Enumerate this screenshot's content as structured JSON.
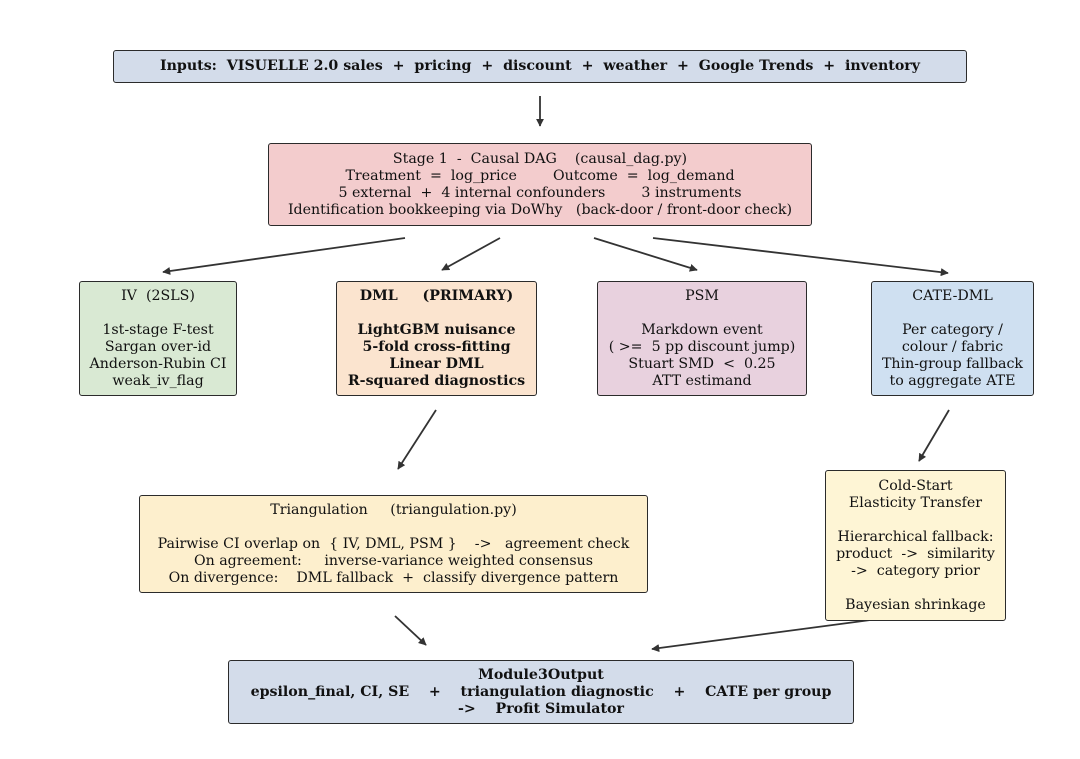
{
  "nodes": {
    "inputs": {
      "lines": [
        "Inputs:  VISUELLE 2.0 sales  +  pricing  +  discount  +  weather  +  Google Trends  +  inventory"
      ],
      "color": "#d3dcea"
    },
    "stage1": {
      "lines": [
        "Stage 1  -  Causal DAG    (causal_dag.py)",
        "Treatment  =  log_price        Outcome  =  log_demand",
        "5 external  +  4 internal confounders        3 instruments",
        "Identification bookkeeping via DoWhy   (back-door / front-door check)"
      ],
      "color": "#f3cccd"
    },
    "iv": {
      "lines": [
        "IV  (2SLS)",
        "",
        "1st-stage F-test",
        "Sargan over-id",
        "Anderson-Rubin CI",
        "weak_iv_flag"
      ],
      "color": "#d9e9d3"
    },
    "dml": {
      "lines": [
        "DML     (PRIMARY)",
        "",
        "LightGBM nuisance",
        "5-fold cross-fitting",
        "Linear DML",
        "R-squared diagnostics"
      ],
      "color": "#fbe4cf"
    },
    "psm": {
      "lines": [
        "PSM",
        "",
        "Markdown event",
        "( >=  5 pp discount jump)",
        "Stuart SMD  <  0.25",
        "ATT estimand"
      ],
      "color": "#e8d1de"
    },
    "cate": {
      "lines": [
        "CATE-DML",
        "",
        "Per category /",
        "colour / fabric",
        "Thin-group fallback",
        "to aggregate ATE"
      ],
      "color": "#cfe0f1"
    },
    "triangulation": {
      "lines": [
        "Triangulation     (triangulation.py)",
        "",
        "Pairwise CI overlap on  { IV, DML, PSM }    ->   agreement check",
        "On agreement:     inverse-variance weighted consensus",
        "On divergence:    DML fallback  +  classify divergence pattern"
      ],
      "color": "#fdefcd"
    },
    "coldstart": {
      "lines": [
        "Cold-Start",
        "Elasticity Transfer",
        "",
        "Hierarchical fallback:",
        "product  ->  similarity",
        "->  category prior",
        "",
        "Bayesian shrinkage"
      ],
      "color": "#fef5d5"
    },
    "module3": {
      "lines": [
        "Module3Output",
        "epsilon_final, CI, SE    +    triangulation diagnostic    +    CATE per group",
        "->    Profit Simulator"
      ],
      "color": "#d3dcea"
    }
  },
  "colors": {
    "border": "#2b2b2b",
    "arrow": "#333333"
  }
}
